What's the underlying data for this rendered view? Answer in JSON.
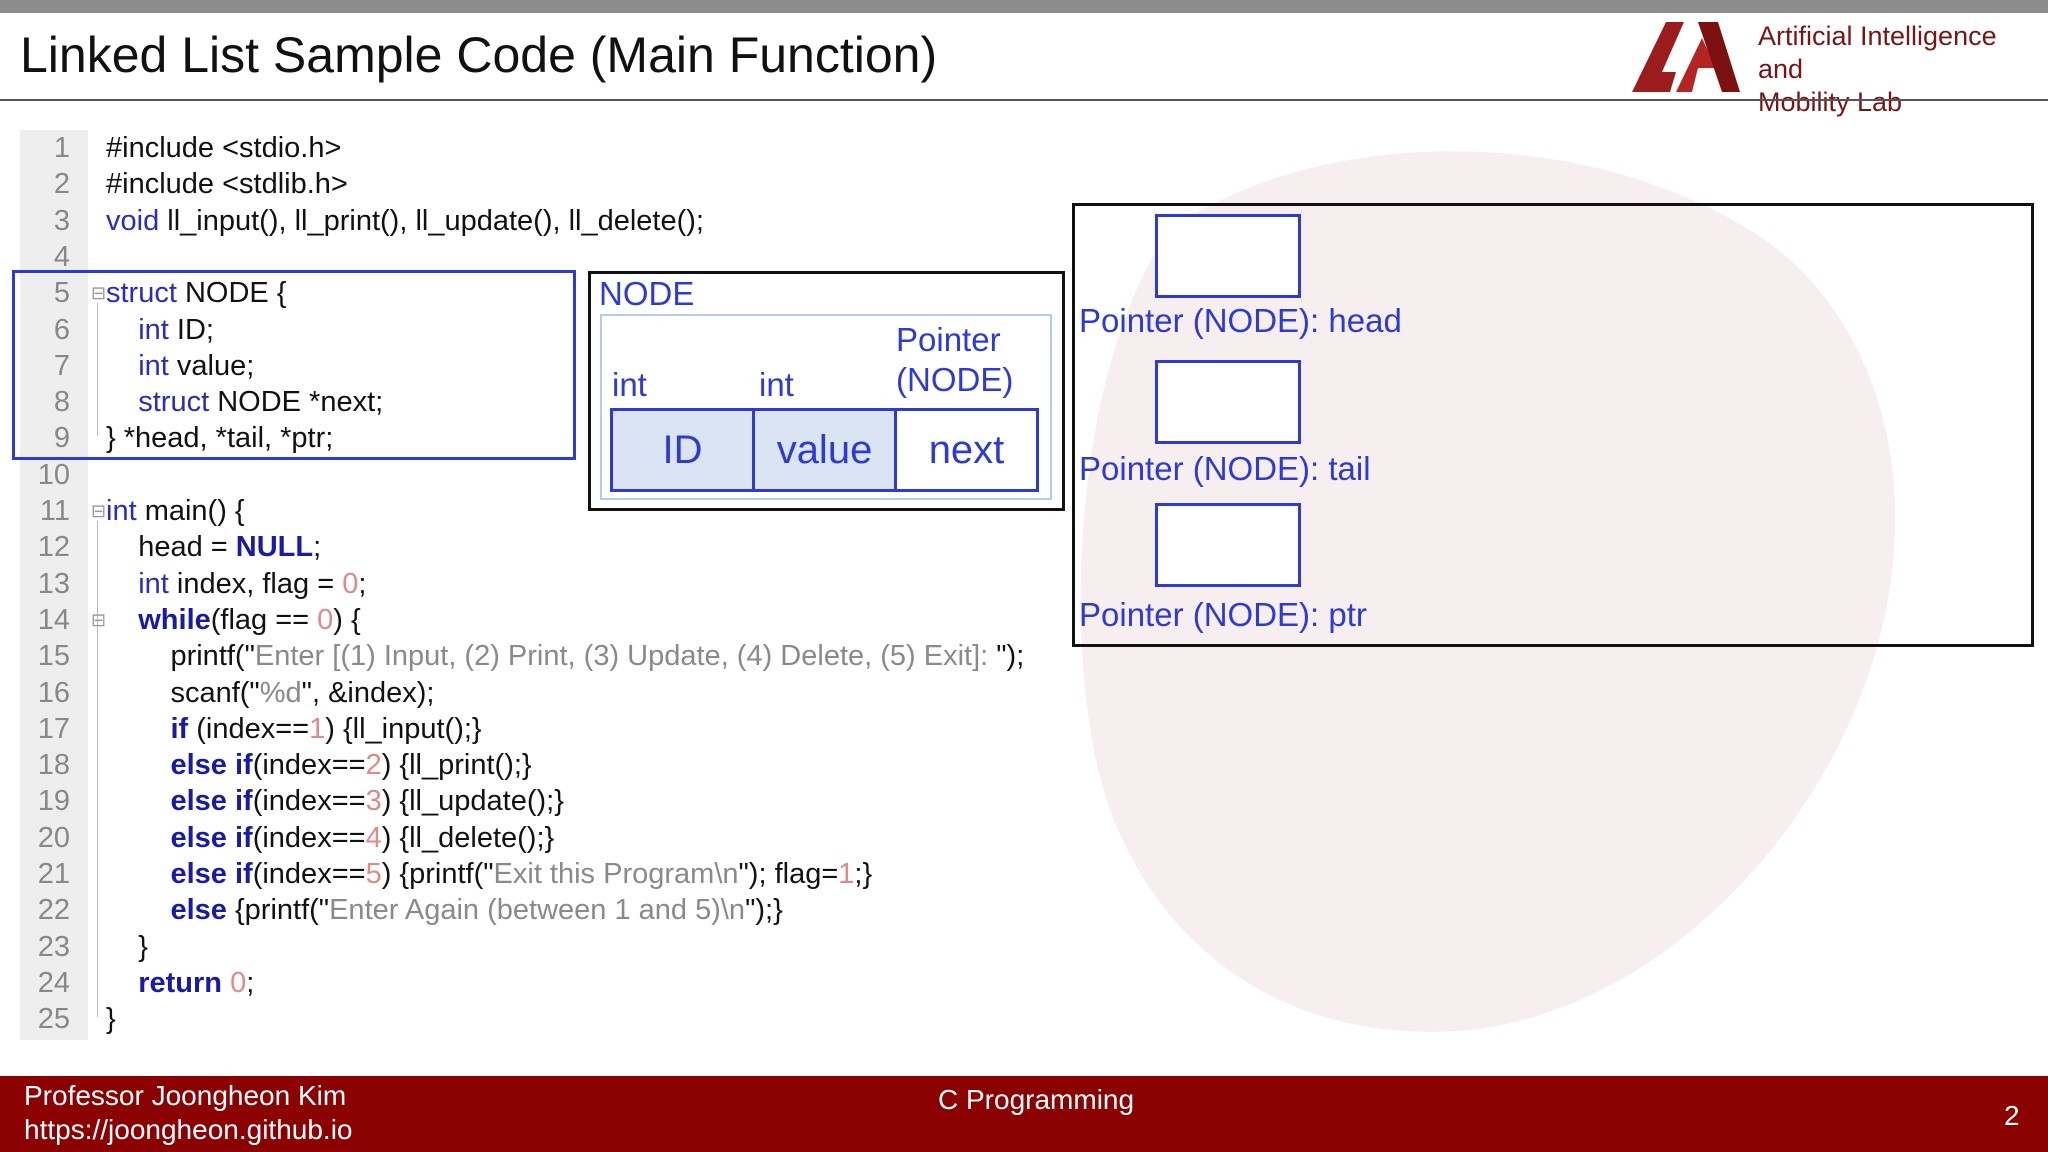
{
  "title": "Linked List Sample Code (Main Function)",
  "lab": {
    "line1": "Artificial Intelligence and",
    "line2": "Mobility Lab"
  },
  "code_lines": [
    "#include <stdio.h>",
    "#include <stdlib.h>",
    "void ll_input(), ll_print(), ll_update(), ll_delete();",
    "",
    "struct NODE {",
    "    int ID;",
    "    int value;",
    "    struct NODE *next;",
    "} *head, *tail, *ptr;",
    "",
    "int main() {",
    "    head = NULL;",
    "    int index, flag = 0;",
    "    while(flag == 0) {",
    "        printf(\"Enter [(1) Input, (2) Print, (3) Update, (4) Delete, (5) Exit]: \");",
    "        scanf(\"%d\", &index);",
    "        if (index==1) {ll_input();}",
    "        else if(index==2) {ll_print();}",
    "        else if(index==3) {ll_update();}",
    "        else if(index==4) {ll_delete();}",
    "        else if(index==5) {printf(\"Exit this Program\\n\"); flag=1;}",
    "        else {printf(\"Enter Again (between 1 and 5)\\n\");}",
    "    }",
    "    return 0;",
    "}"
  ],
  "node_diagram": {
    "title": "NODE",
    "type_int1": "int",
    "type_int2": "int",
    "type_ptr_line1": "Pointer",
    "type_ptr_line2": "(NODE)",
    "field_id": "ID",
    "field_value": "value",
    "field_next": "next"
  },
  "pointers": [
    {
      "label": "Pointer (NODE): head"
    },
    {
      "label": "Pointer (NODE): tail"
    },
    {
      "label": "Pointer (NODE): ptr"
    }
  ],
  "footer": {
    "professor": "Professor Joongheon Kim",
    "url": "https://joongheon.github.io",
    "course": "C Programming",
    "page": "2"
  },
  "colors": {
    "accent_blue": "#2e3ad6",
    "footer_red": "#8b0000",
    "brand_red": "#9b1c1c"
  }
}
